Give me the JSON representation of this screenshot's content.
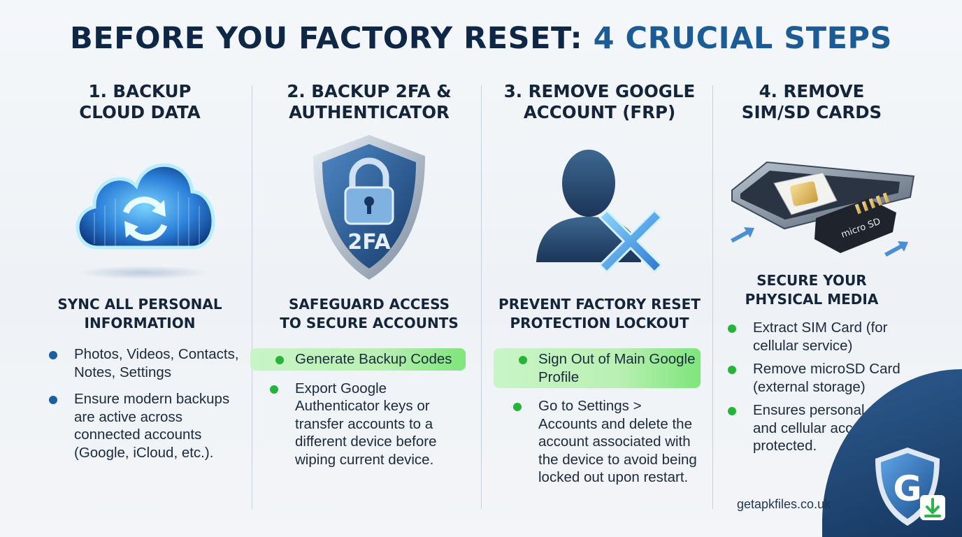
{
  "title": {
    "main": "BEFORE YOU FACTORY RESET:",
    "accent": "4 CRUCIAL STEPS"
  },
  "colors": {
    "navy": "#0f2746",
    "accent": "#1c5c96",
    "blue_bullet": "#1d5ea3",
    "green_bullet": "#25b33a",
    "highlight": "#b9f0b3"
  },
  "columns": [
    {
      "heading": [
        "1. BACKUP",
        "CLOUD DATA"
      ],
      "icon": "cloud-sync-icon",
      "subheading": [
        "SYNC ALL PERSONAL",
        "INFORMATION"
      ],
      "bullets": [
        "Photos, Videos, Contacts, Notes, Settings",
        "Ensure modern backups are active across connected accounts (Google, iCloud, etc.)."
      ]
    },
    {
      "heading": [
        "2. BACKUP 2FA &",
        "AUTHENTICATOR"
      ],
      "icon": "shield-lock-icon",
      "icon_text": "2FA",
      "subheading": [
        "SAFEGUARD ACCESS",
        "TO SECURE ACCOUNTS"
      ],
      "bullets": [
        "Generate Backup Codes",
        "Export Google Authenticator keys or transfer accounts to a different device before wiping current device."
      ]
    },
    {
      "heading": [
        "3. REMOVE GOOGLE",
        "ACCOUNT (FRP)"
      ],
      "icon": "remove-account-icon",
      "subheading": [
        "PREVENT FACTORY RESET",
        "PROTECTION LOCKOUT"
      ],
      "bullets": [
        "Sign Out of Main Google Profile",
        "Go to Settings > Accounts and delete the account associated with the device to avoid being locked out upon restart."
      ]
    },
    {
      "heading": [
        "4. REMOVE",
        "SIM/SD CARDS"
      ],
      "icon": "sim-tray-icon",
      "icon_text": "micro SD",
      "subheading": [
        "SECURE YOUR",
        "PHYSICAL MEDIA"
      ],
      "bullets": [
        "Extract SIM Card (for cellular service)",
        "Remove microSD Card (external storage)",
        "Ensures personal data and cellular access are protected."
      ]
    }
  ],
  "footer": {
    "site": "getapkfiles.co.uk",
    "logo_icon": "g-shield-download-icon"
  }
}
